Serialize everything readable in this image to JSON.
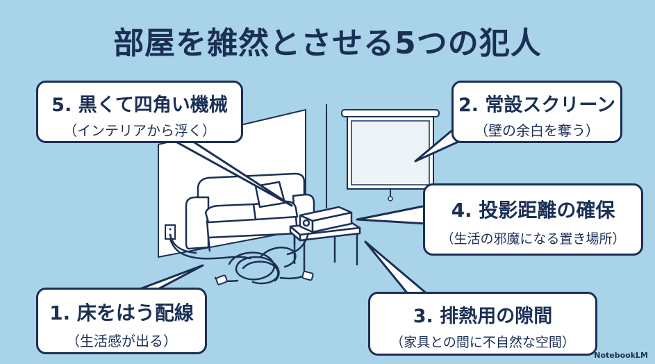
{
  "title": "部屋を雑然とさせる5つの犯人",
  "callouts": [
    {
      "head": "5. 黒くて四角い機械",
      "sub": "（インテリアから浮く）"
    },
    {
      "head": "2. 常設スクリーン",
      "sub": "（壁の余白を奪う）"
    },
    {
      "head": "4. 投影距離の確保",
      "sub": "（生活の邪魔になる置き場所）"
    },
    {
      "head": "1. 床をはう配線",
      "sub": "（生活感が出る）"
    },
    {
      "head": "3. 排熱用の隙間",
      "sub": "（家具との間に不自然な空間）"
    }
  ],
  "watermark": "NotebookLM",
  "colors": {
    "background": "#a9d3e8",
    "ink": "#1b2f55",
    "callout_fill": "#ffffff"
  }
}
